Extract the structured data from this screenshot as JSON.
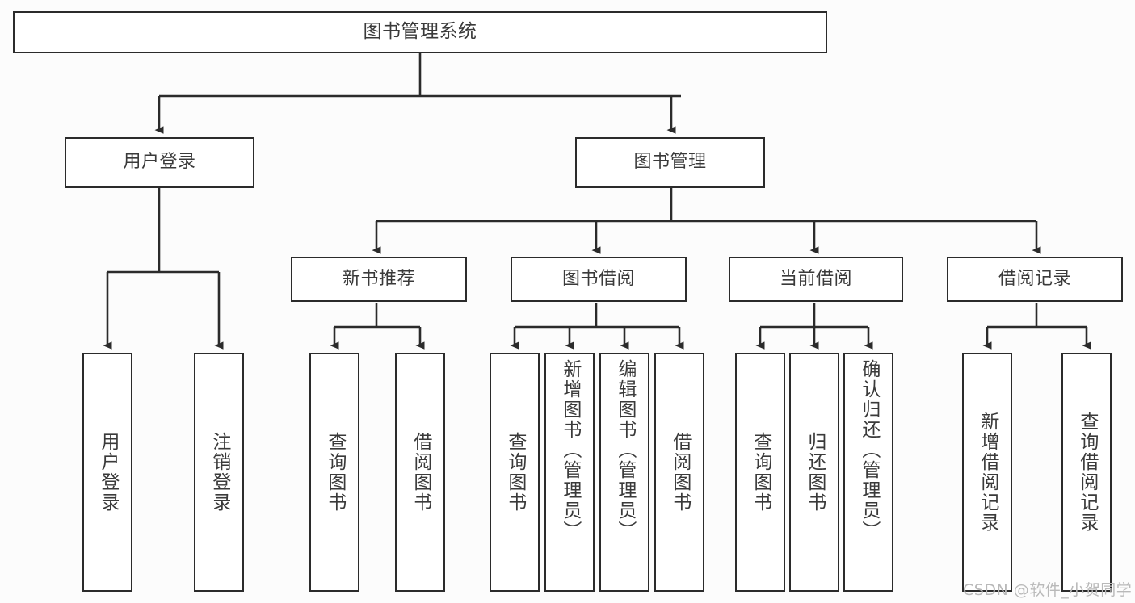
{
  "diagram": {
    "type": "tree",
    "title": "图书管理系统",
    "root": {
      "id": "root",
      "label": "图书管理系统"
    },
    "level1": [
      {
        "id": "user-login",
        "label": "用户登录"
      },
      {
        "id": "book-management",
        "label": "图书管理"
      }
    ],
    "level2": [
      {
        "id": "new-book-recommend",
        "label": "新书推荐",
        "parent": "book-management"
      },
      {
        "id": "book-borrow",
        "label": "图书借阅",
        "parent": "book-management"
      },
      {
        "id": "current-borrow",
        "label": "当前借阅",
        "parent": "book-management"
      },
      {
        "id": "borrow-record",
        "label": "借阅记录",
        "parent": "book-management"
      }
    ],
    "leaves": [
      {
        "id": "leaf-user-login",
        "label": "用户登录",
        "parent": "user-login"
      },
      {
        "id": "leaf-logout",
        "label": "注销登录",
        "parent": "user-login"
      },
      {
        "id": "leaf-query-book-1",
        "label": "查询图书",
        "parent": "new-book-recommend"
      },
      {
        "id": "leaf-borrow-book-1",
        "label": "借阅图书",
        "parent": "new-book-recommend"
      },
      {
        "id": "leaf-query-book-2",
        "label": "查询图书",
        "parent": "book-borrow"
      },
      {
        "id": "leaf-add-book",
        "label": "新增图书（管理员）",
        "parent": "book-borrow"
      },
      {
        "id": "leaf-edit-book",
        "label": "编辑图书（管理员）",
        "parent": "book-borrow"
      },
      {
        "id": "leaf-borrow-book-2",
        "label": "借阅图书",
        "parent": "book-borrow"
      },
      {
        "id": "leaf-query-book-3",
        "label": "查询图书",
        "parent": "current-borrow"
      },
      {
        "id": "leaf-return-book",
        "label": "归还图书",
        "parent": "current-borrow"
      },
      {
        "id": "leaf-confirm-return",
        "label": "确认归还（管理员）",
        "parent": "current-borrow"
      },
      {
        "id": "leaf-add-record",
        "label": "新增借阅记录",
        "parent": "borrow-record"
      },
      {
        "id": "leaf-query-record",
        "label": "查询借阅记录",
        "parent": "borrow-record"
      }
    ],
    "colors": {
      "stroke": "#2b2b2b",
      "node_fill": "#ffffff",
      "text": "#3a3a3a",
      "background": "#fcfcfc",
      "watermark": "#b9b9b9"
    }
  },
  "watermark": {
    "text": "CSDN @软件_小贺同学"
  }
}
